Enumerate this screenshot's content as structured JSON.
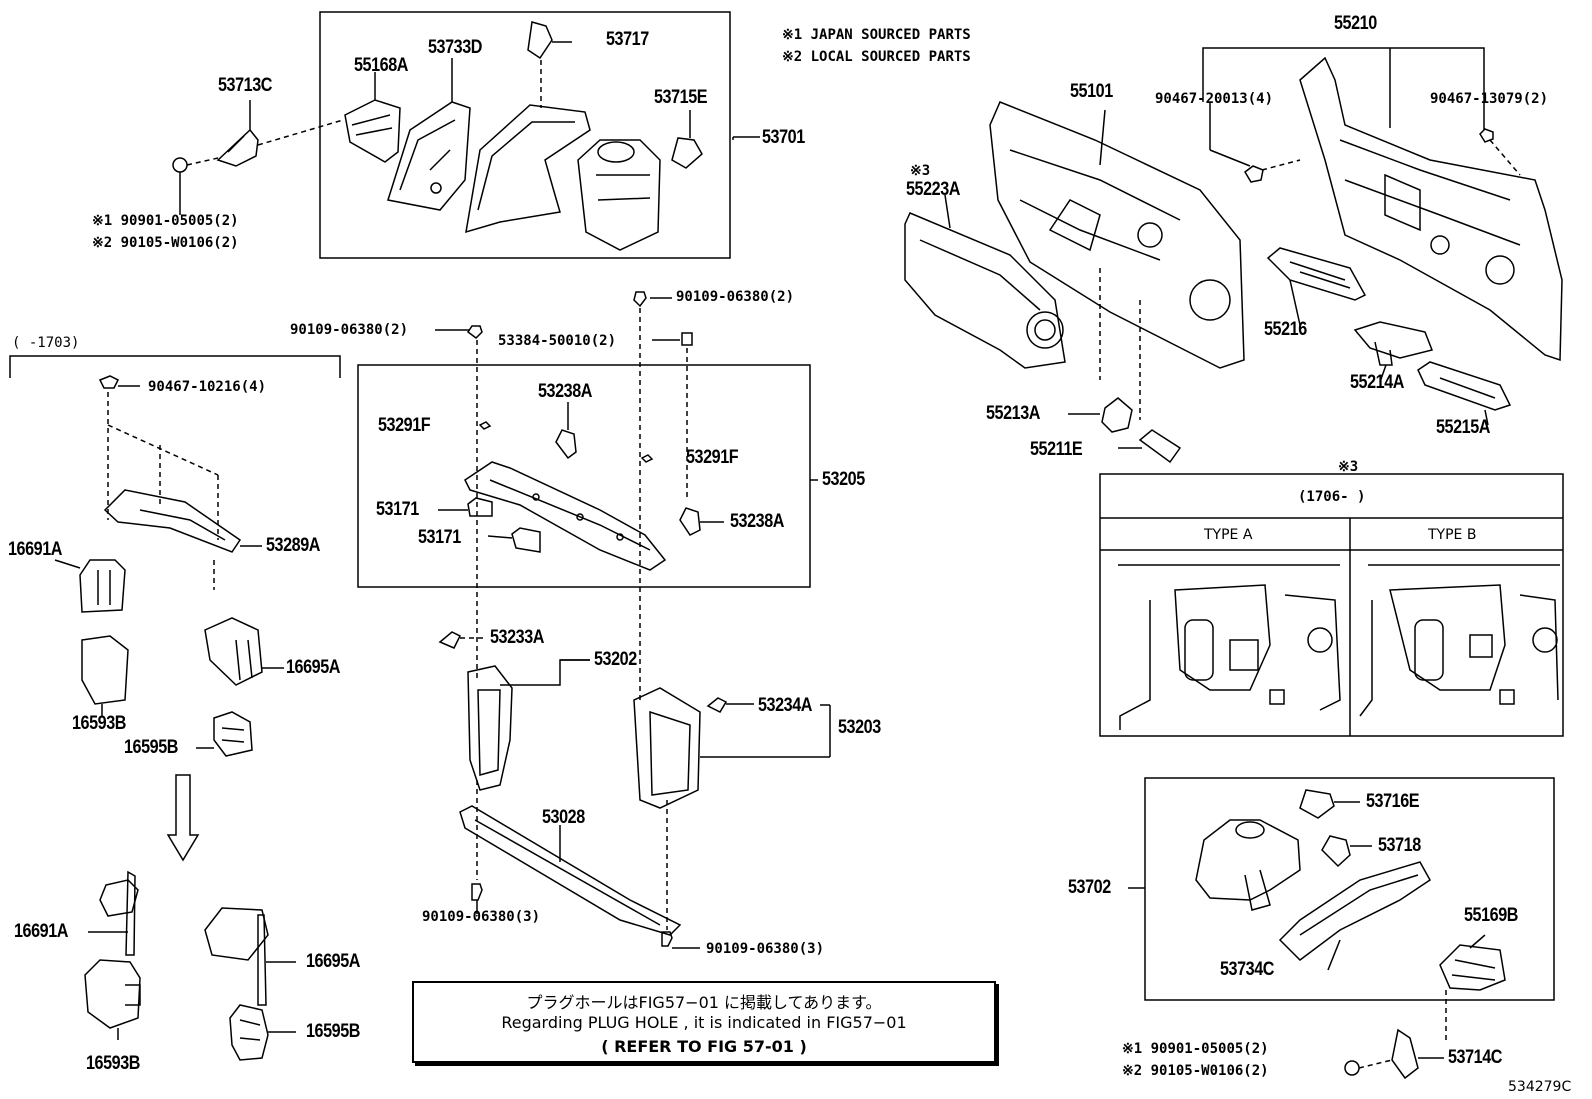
{
  "notes": {
    "japan": "※1 JAPAN SOURCED PARTS",
    "local": "※2 LOCAL SOURCED PARTS"
  },
  "figure_id": "534279C",
  "reference_box": {
    "line1": "プラグホールはFIG57−01 に掲載してあります。",
    "line2": "Regarding PLUG HOLE , it is indicated in FIG57−01",
    "line3": "( REFER TO FIG 57-01 )"
  },
  "variant_box": {
    "mark": "※3",
    "date_range": "(1706- )",
    "type_a": "TYPE A",
    "type_b": "TYPE B"
  },
  "left_group": {
    "date_range": "( -1703)"
  },
  "parts": {
    "p53713C": "53713C",
    "p55168A": "55168A",
    "p53733D": "53733D",
    "p53717": "53717",
    "p53715E": "53715E",
    "p53701": "53701",
    "bolt_top_j": "※1 90901-05005(2)",
    "bolt_top_l": "※2 90105-W0106(2)",
    "p55101": "55101",
    "p55210": "55210",
    "clip_20013": "90467-20013(4)",
    "clip_13079": "90467-13079(2)",
    "mark3": "※3",
    "p55223A": "55223A",
    "p55216": "55216",
    "p55214A": "55214A",
    "p55215A": "55215A",
    "p55213A": "55213A",
    "p55211E": "55211E",
    "bolt_06380_a": "90109-06380(2)",
    "bolt_06380_b": "90109-06380(2)",
    "p53384": "53384-50010(2)",
    "clip_10216": "90467-10216(4)",
    "p53238A_a": "53238A",
    "p53291F_a": "53291F",
    "p53291F_b": "53291F",
    "p53205": "53205",
    "p53171_a": "53171",
    "p53171_b": "53171",
    "p53238A_b": "53238A",
    "p16691A_a": "16691A",
    "p53289A": "53289A",
    "p16695A_a": "16695A",
    "p16593B_a": "16593B",
    "p16595B_a": "16595B",
    "p53233A": "53233A",
    "p53202": "53202",
    "p53234A": "53234A",
    "p53203": "53203",
    "p53028": "53028",
    "bolt_06380_c": "90109-06380(3)",
    "bolt_06380_d": "90109-06380(3)",
    "p16691A_b": "16691A",
    "p16695A_b": "16695A",
    "p16593B_b": "16593B",
    "p16595B_b": "16595B",
    "p53716E": "53716E",
    "p53718": "53718",
    "p53702": "53702",
    "p55169B": "55169B",
    "p53734C": "53734C",
    "p53714C": "53714C",
    "bolt_bot_j": "※1 90901-05005(2)",
    "bolt_bot_l": "※2 90105-W0106(2)"
  }
}
